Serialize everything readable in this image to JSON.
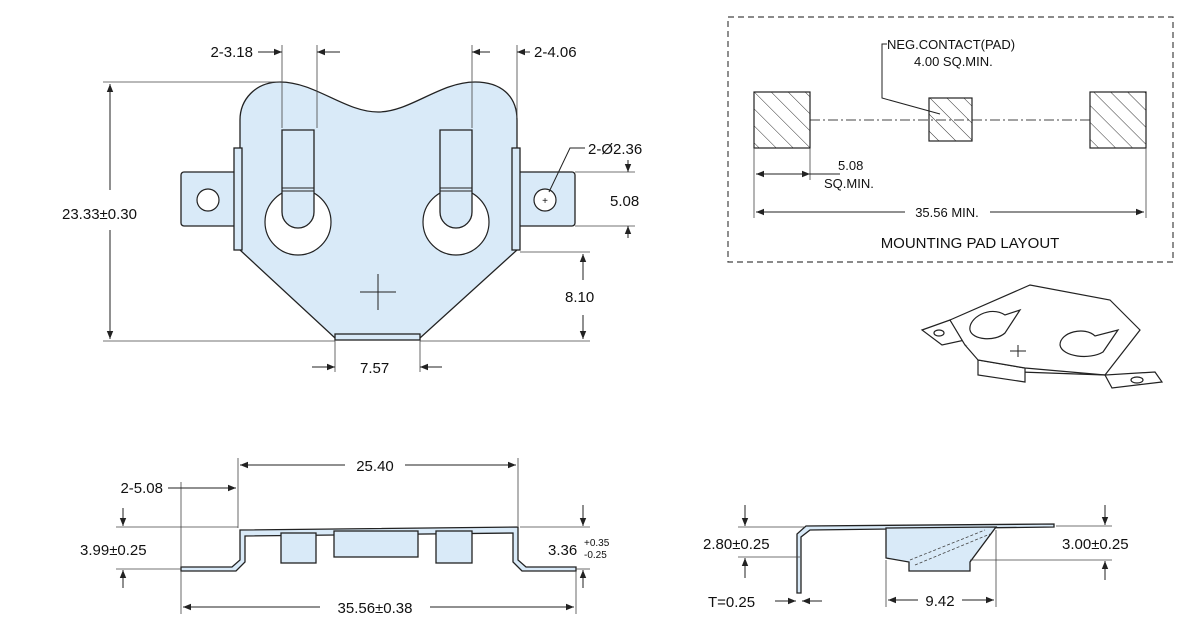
{
  "top_view": {
    "dim_slot_width": "2-3.18",
    "dim_slot_width_right": "2-4.06",
    "dim_hole": "2-Ø2.36",
    "dim_height": "23.33±0.30",
    "dim_tab_spacing": "5.08",
    "dim_bottom_offset": "8.10",
    "dim_bottom_width": "7.57"
  },
  "pad_layout": {
    "title": "MOUNTING PAD LAYOUT",
    "neg_contact_line1": "NEG.CONTACT(PAD)",
    "neg_contact_line2": "4.00 SQ.MIN.",
    "pad_size_line1": "5.08",
    "pad_size_line2": "SQ.MIN.",
    "pad_span": "35.56 MIN."
  },
  "front_view": {
    "dim_body_width": "25.40",
    "dim_tab_length": "2-5.08",
    "dim_left_height": "3.99±0.25",
    "dim_right_height": "3.36",
    "dim_right_tol_upper": "+0.35",
    "dim_right_tol_lower": "-0.25",
    "dim_overall_width": "35.56±0.38"
  },
  "side_view": {
    "dim_left_height": "2.80±0.25",
    "dim_right_height": "3.00±0.25",
    "dim_thickness": "T=0.25",
    "dim_contact_width": "9.42"
  },
  "colors": {
    "part_fill": "#d9eaf8",
    "line": "#222222"
  }
}
